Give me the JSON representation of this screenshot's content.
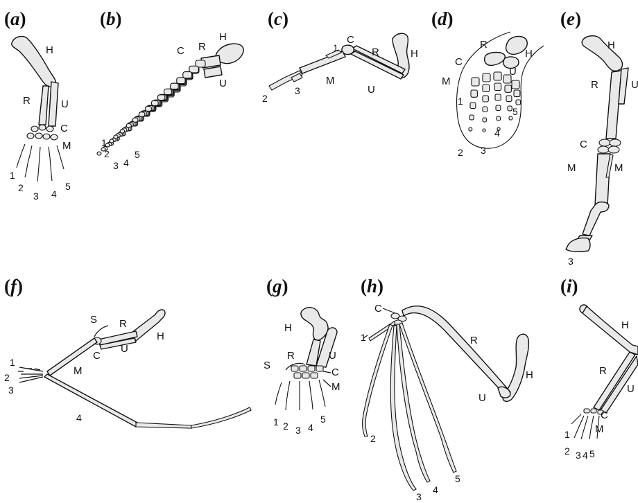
{
  "panels": [
    {
      "id": "a",
      "letter": "a",
      "labels": {
        "H": "H",
        "R": "R",
        "U": "U",
        "C": "C",
        "M": "M"
      },
      "digits": [
        "1",
        "2",
        "3",
        "4",
        "5"
      ]
    },
    {
      "id": "b",
      "letter": "b",
      "labels": {
        "C": "C",
        "R": "R",
        "H": "H",
        "U": "U"
      },
      "digits": [
        "1",
        "2",
        "3",
        "4",
        "5"
      ]
    },
    {
      "id": "c",
      "letter": "c",
      "labels": {
        "C": "C",
        "R": "R",
        "H": "H",
        "M": "M",
        "U": "U"
      },
      "digits": [
        "1",
        "2",
        "3"
      ]
    },
    {
      "id": "d",
      "letter": "d",
      "labels": {
        "R": "R",
        "H": "H",
        "C": "C",
        "U": "U",
        "M": "M"
      },
      "digits": [
        "1",
        "2",
        "3",
        "4",
        "5"
      ]
    },
    {
      "id": "e",
      "letter": "e",
      "labels": {
        "H": "H",
        "R": "R",
        "U": "U",
        "C": "C",
        "M1": "M",
        "M2": "M"
      },
      "digits": [
        "3"
      ]
    },
    {
      "id": "f",
      "letter": "f",
      "labels": {
        "S": "S",
        "R": "R",
        "H": "H",
        "U": "U",
        "C": "C",
        "M": "M"
      },
      "digits": [
        "1",
        "2",
        "3",
        "4"
      ]
    },
    {
      "id": "g",
      "letter": "g",
      "labels": {
        "H": "H",
        "R": "R",
        "U": "U",
        "S": "S",
        "C": "C",
        "M": "M"
      },
      "digits": [
        "1",
        "2",
        "3",
        "4",
        "5"
      ]
    },
    {
      "id": "h",
      "letter": "h",
      "labels": {
        "C": "C",
        "R": "R",
        "H": "H",
        "U": "U"
      },
      "digits": [
        "1",
        "2",
        "3",
        "4",
        "5"
      ]
    },
    {
      "id": "i",
      "letter": "i",
      "labels": {
        "H": "H",
        "R": "R",
        "U": "U",
        "C": "C",
        "M": "M"
      },
      "digits": [
        "1",
        "2",
        "3",
        "4",
        "5"
      ]
    }
  ]
}
